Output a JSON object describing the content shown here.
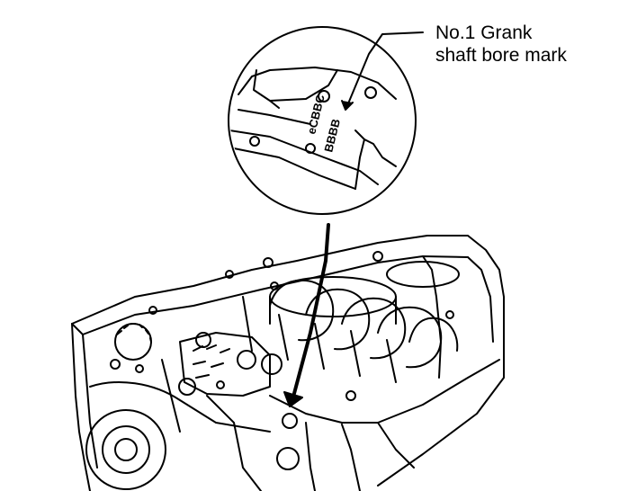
{
  "callout": {
    "line1": "No.1 Grank",
    "line2": "shaft bore mark"
  },
  "stamp": {
    "line1": "eCBBC",
    "line2": "BBBB"
  },
  "colors": {
    "ink": "#000000",
    "paper": "#ffffff"
  }
}
